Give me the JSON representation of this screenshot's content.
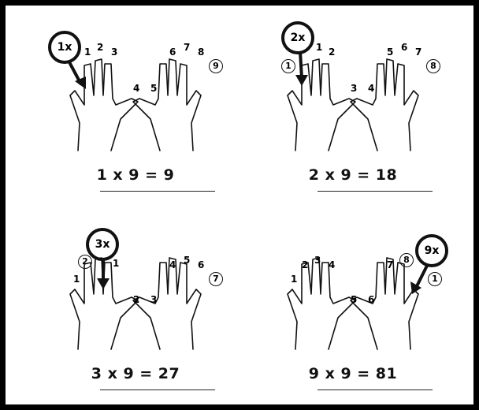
{
  "colors": {
    "ink": "#111111",
    "border": "#000000",
    "background": "#ffffff"
  },
  "panels": [
    {
      "badge": "1x",
      "equation": "1 x 9 = 9",
      "labels": [
        "1",
        "2",
        "3",
        "4",
        "5",
        "6",
        "7",
        "8",
        "9"
      ],
      "circled": "9"
    },
    {
      "badge": "2x",
      "equation": "2 x 9 = 18",
      "labels": [
        "1",
        "1",
        "2",
        "3",
        "4",
        "5",
        "6",
        "7",
        "8"
      ],
      "circled": "8"
    },
    {
      "badge": "3x",
      "equation": "3 x 9 = 27",
      "labels": [
        "1",
        "2",
        "1",
        "2",
        "3",
        "4",
        "5",
        "6",
        "7"
      ],
      "circled": "7"
    },
    {
      "badge": "9x",
      "equation": "9 x 9 = 81",
      "labels": [
        "1",
        "2",
        "3",
        "4",
        "5",
        "6",
        "7",
        "8",
        "1"
      ],
      "circled": "8"
    }
  ]
}
